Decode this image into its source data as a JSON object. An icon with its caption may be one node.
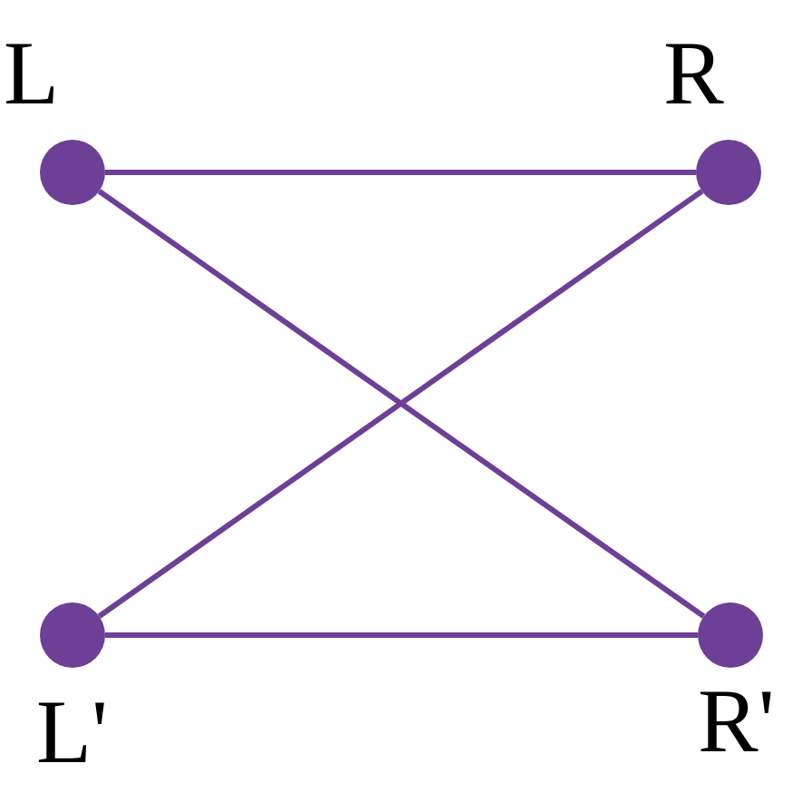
{
  "diagram": {
    "nodes": [
      {
        "text": [
          "L"
        ]
      },
      {
        "text": [
          "R"
        ]
      },
      {
        "text": [
          "L'"
        ]
      },
      {
        "text": [
          "R'"
        ]
      }
    ],
    "edges": [
      {
        "from": 0,
        "to": 1,
        "arrow": "none"
      },
      {
        "from": 0,
        "to": 3,
        "arrow": "none"
      },
      {
        "from": 1,
        "to": 2,
        "arrow": "none"
      },
      {
        "from": 2,
        "to": 3,
        "arrow": "none"
      }
    ]
  }
}
